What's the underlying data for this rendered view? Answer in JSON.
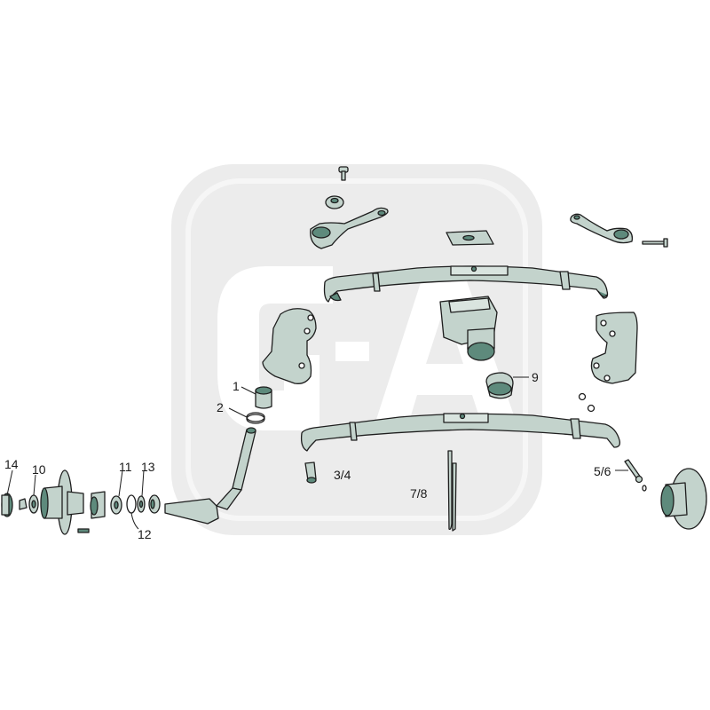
{
  "diagram": {
    "type": "exploded-parts-diagram",
    "subject": "front axle suspension assembly",
    "watermark": {
      "text": "G-A"
    },
    "colors": {
      "part_fill": "#c3d3cc",
      "part_dark": "#5e8a7c",
      "outline": "#1e1e1e",
      "watermark": "#e6e6e6",
      "background": "#ffffff"
    },
    "callouts": [
      {
        "id": "c1",
        "text": "1",
        "part": "king pin bushing"
      },
      {
        "id": "c2",
        "text": "2",
        "part": "thrust ring"
      },
      {
        "id": "c34",
        "text": "3/4",
        "part": "spring shackle pin"
      },
      {
        "id": "c56",
        "text": "5/6",
        "part": "bolt and washer"
      },
      {
        "id": "c78",
        "text": "7/8",
        "part": "cotter pin"
      },
      {
        "id": "c9",
        "text": "9",
        "part": "axle bushing"
      },
      {
        "id": "c10",
        "text": "10",
        "part": "outer bearing"
      },
      {
        "id": "c11",
        "text": "11",
        "part": "inner bearing"
      },
      {
        "id": "c12",
        "text": "12",
        "part": "o-ring"
      },
      {
        "id": "c13",
        "text": "13",
        "part": "seal"
      },
      {
        "id": "c14",
        "text": "14",
        "part": "hub cap"
      }
    ]
  }
}
